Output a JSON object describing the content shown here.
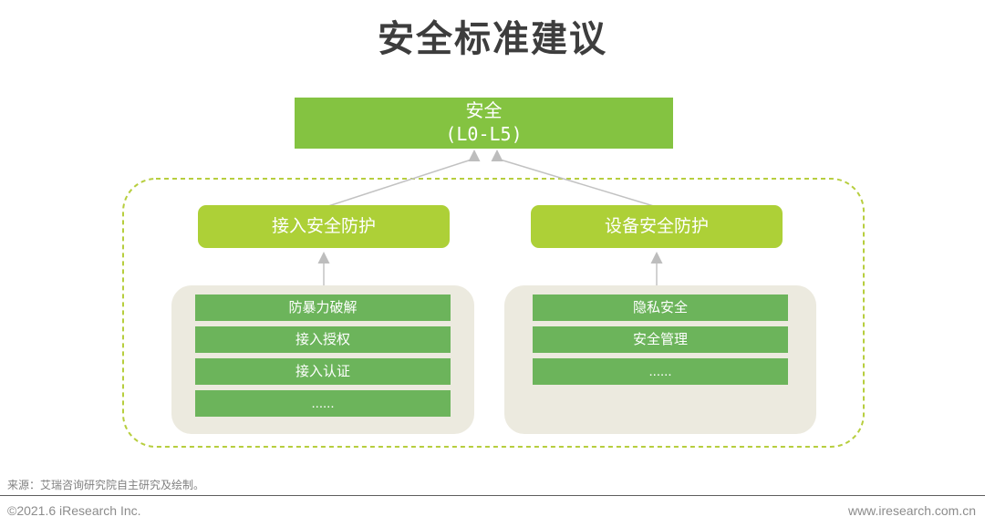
{
  "title": "安全标准建议",
  "tree": {
    "root": {
      "title": "安全",
      "subtitle": "(L0-L5)"
    },
    "branches": [
      {
        "label": "接入安全防护",
        "items": [
          "防暴力破解",
          "接入授权",
          "接入认证",
          "......"
        ]
      },
      {
        "label": "设备安全防护",
        "items": [
          "隐私安全",
          "安全管理",
          "......"
        ]
      }
    ]
  },
  "footer": {
    "source": "来源：艾瑞咨询研究院自主研究及绘制。",
    "copyright": "©2021.6 iResearch Inc.",
    "website": "www.iresearch.com.cn"
  },
  "colors": {
    "root_box_green": "#84c341",
    "branch_box_green": "#add037",
    "item_bar_green": "#6cb45b",
    "group_beige": "#eceadf",
    "dashed_border_green": "#b7ce3e",
    "connector_gray": "#c2c2c2",
    "title_text": "#3d3d3d",
    "footer_text": "#8c8c8c"
  }
}
